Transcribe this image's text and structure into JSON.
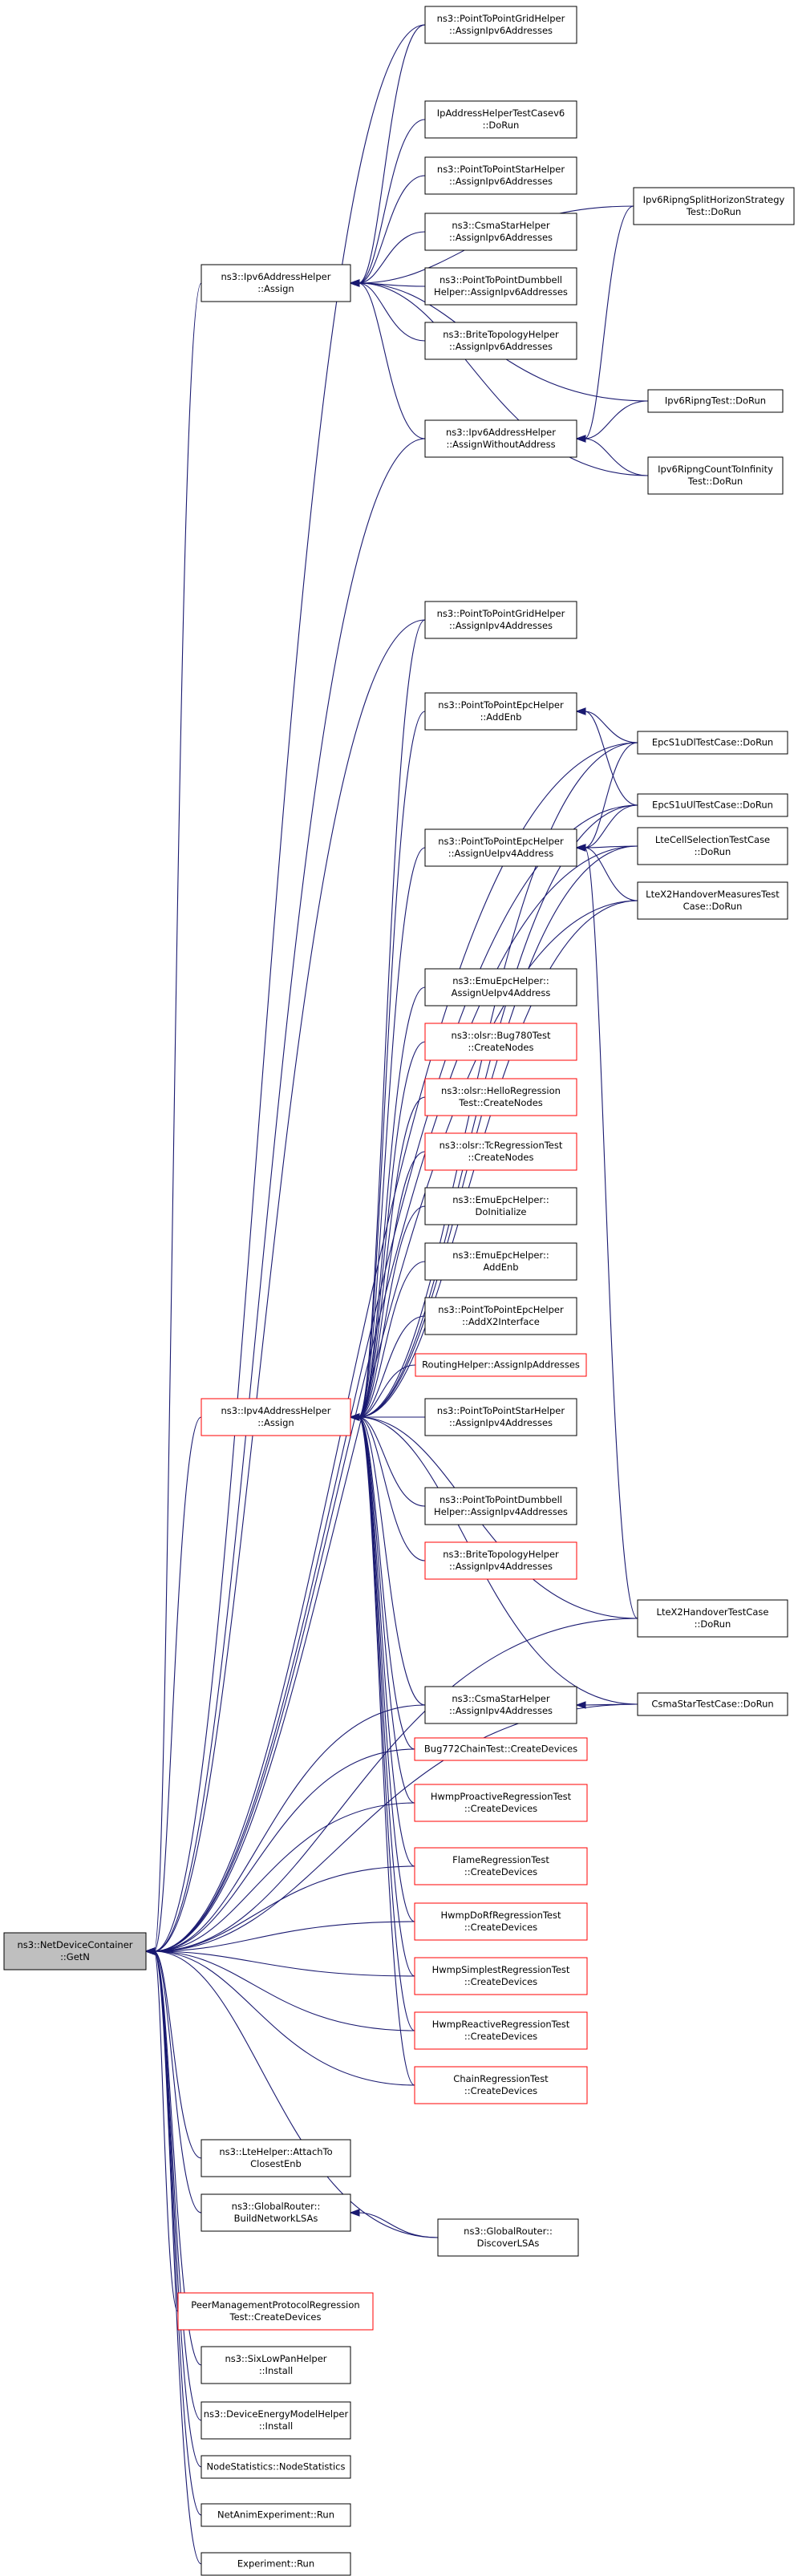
{
  "colors": {
    "edge": "#191970",
    "node_border_normal": "#000000",
    "node_border_truncated": "#ff0000",
    "node_fill_normal": "#ffffff",
    "node_fill_focus": "#bfbfbf"
  },
  "nodes": [
    {
      "id": "getn",
      "lines": [
        "ns3::NetDeviceContainer",
        "::GetN"
      ],
      "style": "focus"
    },
    {
      "id": "ipv6assign",
      "lines": [
        "ns3::Ipv6AddressHelper",
        "::Assign"
      ],
      "style": "normal"
    },
    {
      "id": "ipv4assign",
      "lines": [
        "ns3::Ipv4AddressHelper",
        "::Assign"
      ],
      "style": "truncated"
    },
    {
      "id": "p2pgrid6",
      "lines": [
        "ns3::PointToPointGridHelper",
        "::AssignIpv6Addresses"
      ],
      "style": "normal"
    },
    {
      "id": "iptest6",
      "lines": [
        "IpAddressHelperTestCasev6",
        "::DoRun"
      ],
      "style": "normal"
    },
    {
      "id": "p2pstar6",
      "lines": [
        "ns3::PointToPointStarHelper",
        "::AssignIpv6Addresses"
      ],
      "style": "normal"
    },
    {
      "id": "csmastar6",
      "lines": [
        "ns3::CsmaStarHelper",
        "::AssignIpv6Addresses"
      ],
      "style": "normal"
    },
    {
      "id": "dumbbell6",
      "lines": [
        "ns3::PointToPointDumbbell",
        "Helper::AssignIpv6Addresses"
      ],
      "style": "normal"
    },
    {
      "id": "brite6",
      "lines": [
        "ns3::BriteTopologyHelper",
        "::AssignIpv6Addresses"
      ],
      "style": "normal"
    },
    {
      "id": "ipv6noaddr",
      "lines": [
        "ns3::Ipv6AddressHelper",
        "::AssignWithoutAddress"
      ],
      "style": "normal"
    },
    {
      "id": "ripngsplit",
      "lines": [
        "Ipv6RipngSplitHorizonStrategy",
        "Test::DoRun"
      ],
      "style": "normal"
    },
    {
      "id": "ripngtest",
      "lines": [
        "Ipv6RipngTest::DoRun"
      ],
      "style": "normal"
    },
    {
      "id": "ripngcount",
      "lines": [
        "Ipv6RipngCountToInfinity",
        "Test::DoRun"
      ],
      "style": "normal"
    },
    {
      "id": "p2pgrid4",
      "lines": [
        "ns3::PointToPointGridHelper",
        "::AssignIpv4Addresses"
      ],
      "style": "normal"
    },
    {
      "id": "epcaddenb",
      "lines": [
        "ns3::PointToPointEpcHelper",
        "::AddEnb"
      ],
      "style": "normal"
    },
    {
      "id": "epcue4",
      "lines": [
        "ns3::PointToPointEpcHelper",
        "::AssignUeIpv4Address"
      ],
      "style": "normal"
    },
    {
      "id": "epcs1udl",
      "lines": [
        "EpcS1uDlTestCase::DoRun"
      ],
      "style": "normal"
    },
    {
      "id": "epcs1uul",
      "lines": [
        "EpcS1uUlTestCase::DoRun"
      ],
      "style": "normal"
    },
    {
      "id": "ltecellsel",
      "lines": [
        "LteCellSelectionTestCase",
        "::DoRun"
      ],
      "style": "normal"
    },
    {
      "id": "ltex2meas",
      "lines": [
        "LteX2HandoverMeasuresTest",
        "Case::DoRun"
      ],
      "style": "normal"
    },
    {
      "id": "emuue4",
      "lines": [
        "ns3::EmuEpcHelper::",
        "AssignUeIpv4Address"
      ],
      "style": "normal"
    },
    {
      "id": "olsrbug",
      "lines": [
        "ns3::olsr::Bug780Test",
        "::CreateNodes"
      ],
      "style": "truncated"
    },
    {
      "id": "olsrhello",
      "lines": [
        "ns3::olsr::HelloRegression",
        "Test::CreateNodes"
      ],
      "style": "truncated"
    },
    {
      "id": "olsrtc",
      "lines": [
        "ns3::olsr::TcRegressionTest",
        "::CreateNodes"
      ],
      "style": "truncated"
    },
    {
      "id": "emuinit",
      "lines": [
        "ns3::EmuEpcHelper::",
        "DoInitialize"
      ],
      "style": "normal"
    },
    {
      "id": "emuaddenb",
      "lines": [
        "ns3::EmuEpcHelper::",
        "AddEnb"
      ],
      "style": "normal"
    },
    {
      "id": "epcx2",
      "lines": [
        "ns3::PointToPointEpcHelper",
        "::AddX2Interface"
      ],
      "style": "normal"
    },
    {
      "id": "routingassign",
      "lines": [
        "RoutingHelper::AssignIpAddresses"
      ],
      "style": "truncated"
    },
    {
      "id": "p2pstar4",
      "lines": [
        "ns3::PointToPointStarHelper",
        "::AssignIpv4Addresses"
      ],
      "style": "normal"
    },
    {
      "id": "dumbbell4",
      "lines": [
        "ns3::PointToPointDumbbell",
        "Helper::AssignIpv4Addresses"
      ],
      "style": "normal"
    },
    {
      "id": "brite4",
      "lines": [
        "ns3::BriteTopologyHelper",
        "::AssignIpv4Addresses"
      ],
      "style": "truncated"
    },
    {
      "id": "ltex2ho",
      "lines": [
        "LteX2HandoverTestCase",
        "::DoRun"
      ],
      "style": "normal"
    },
    {
      "id": "csmastar4",
      "lines": [
        "ns3::CsmaStarHelper",
        "::AssignIpv4Addresses"
      ],
      "style": "normal"
    },
    {
      "id": "csmastartest",
      "lines": [
        "CsmaStarTestCase::DoRun"
      ],
      "style": "normal"
    },
    {
      "id": "bug772",
      "lines": [
        "Bug772ChainTest::CreateDevices"
      ],
      "style": "truncated"
    },
    {
      "id": "hwmpproactive",
      "lines": [
        "HwmpProactiveRegressionTest",
        "::CreateDevices"
      ],
      "style": "truncated"
    },
    {
      "id": "flame",
      "lines": [
        "FlameRegressionTest",
        "::CreateDevices"
      ],
      "style": "truncated"
    },
    {
      "id": "hwmpdorf",
      "lines": [
        "HwmpDoRfRegressionTest",
        "::CreateDevices"
      ],
      "style": "truncated"
    },
    {
      "id": "hwmpsimplest",
      "lines": [
        "HwmpSimplestRegressionTest",
        "::CreateDevices"
      ],
      "style": "truncated"
    },
    {
      "id": "hwmpreactive",
      "lines": [
        "HwmpReactiveRegressionTest",
        "::CreateDevices"
      ],
      "style": "truncated"
    },
    {
      "id": "chainreg",
      "lines": [
        "ChainRegressionTest",
        "::CreateDevices"
      ],
      "style": "truncated"
    },
    {
      "id": "lteattach",
      "lines": [
        "ns3::LteHelper::AttachTo",
        "ClosestEnb"
      ],
      "style": "normal"
    },
    {
      "id": "globalbuild",
      "lines": [
        "ns3::GlobalRouter::",
        "BuildNetworkLSAs"
      ],
      "style": "normal"
    },
    {
      "id": "globaldiscover",
      "lines": [
        "ns3::GlobalRouter::",
        "DiscoverLSAs"
      ],
      "style": "normal"
    },
    {
      "id": "peermgmt",
      "lines": [
        "PeerManagementProtocolRegression",
        "Test::CreateDevices"
      ],
      "style": "truncated"
    },
    {
      "id": "sixlowpan",
      "lines": [
        "ns3::SixLowPanHelper",
        "::Install"
      ],
      "style": "normal"
    },
    {
      "id": "energy",
      "lines": [
        "ns3::DeviceEnergyModelHelper",
        "::Install"
      ],
      "style": "normal"
    },
    {
      "id": "nodestats",
      "lines": [
        "NodeStatistics::NodeStatistics"
      ],
      "style": "normal"
    },
    {
      "id": "netanim",
      "lines": [
        "NetAnimExperiment::Run"
      ],
      "style": "normal"
    },
    {
      "id": "experiment",
      "lines": [
        "Experiment::Run"
      ],
      "style": "normal"
    }
  ],
  "edges": [
    [
      "getn",
      "ipv6assign"
    ],
    [
      "getn",
      "ipv4assign"
    ],
    [
      "getn",
      "p2pgrid6"
    ],
    [
      "getn",
      "ipv6noaddr"
    ],
    [
      "getn",
      "p2pgrid4"
    ],
    [
      "getn",
      "epcs1udl"
    ],
    [
      "getn",
      "epcs1uul"
    ],
    [
      "getn",
      "ltecellsel"
    ],
    [
      "getn",
      "ltex2meas"
    ],
    [
      "getn",
      "ltex2ho"
    ],
    [
      "getn",
      "csmastar4"
    ],
    [
      "getn",
      "csmastartest"
    ],
    [
      "getn",
      "bug772"
    ],
    [
      "getn",
      "hwmpproactive"
    ],
    [
      "getn",
      "flame"
    ],
    [
      "getn",
      "hwmpdorf"
    ],
    [
      "getn",
      "hwmpsimplest"
    ],
    [
      "getn",
      "hwmpreactive"
    ],
    [
      "getn",
      "chainreg"
    ],
    [
      "getn",
      "lteattach"
    ],
    [
      "getn",
      "globalbuild"
    ],
    [
      "getn",
      "globaldiscover"
    ],
    [
      "getn",
      "peermgmt"
    ],
    [
      "getn",
      "sixlowpan"
    ],
    [
      "getn",
      "energy"
    ],
    [
      "getn",
      "nodestats"
    ],
    [
      "getn",
      "netanim"
    ],
    [
      "getn",
      "experiment"
    ],
    [
      "ipv6assign",
      "p2pgrid6"
    ],
    [
      "ipv6assign",
      "iptest6"
    ],
    [
      "ipv6assign",
      "p2pstar6"
    ],
    [
      "ipv6assign",
      "csmastar6"
    ],
    [
      "ipv6assign",
      "dumbbell6"
    ],
    [
      "ipv6assign",
      "brite6"
    ],
    [
      "ipv6assign",
      "ipv6noaddr"
    ],
    [
      "ipv6assign",
      "ripngsplit"
    ],
    [
      "ipv6assign",
      "ripngtest"
    ],
    [
      "ipv6assign",
      "ripngcount"
    ],
    [
      "ipv6noaddr",
      "ripngsplit"
    ],
    [
      "ipv6noaddr",
      "ripngtest"
    ],
    [
      "ipv6noaddr",
      "ripngcount"
    ],
    [
      "ipv4assign",
      "p2pgrid4"
    ],
    [
      "ipv4assign",
      "epcaddenb"
    ],
    [
      "ipv4assign",
      "epcue4"
    ],
    [
      "ipv4assign",
      "epcs1udl"
    ],
    [
      "ipv4assign",
      "epcs1uul"
    ],
    [
      "ipv4assign",
      "ltecellsel"
    ],
    [
      "ipv4assign",
      "ltex2meas"
    ],
    [
      "ipv4assign",
      "emuue4"
    ],
    [
      "ipv4assign",
      "olsrbug"
    ],
    [
      "ipv4assign",
      "olsrhello"
    ],
    [
      "ipv4assign",
      "olsrtc"
    ],
    [
      "ipv4assign",
      "emuinit"
    ],
    [
      "ipv4assign",
      "emuaddenb"
    ],
    [
      "ipv4assign",
      "epcx2"
    ],
    [
      "ipv4assign",
      "routingassign"
    ],
    [
      "ipv4assign",
      "p2pstar4"
    ],
    [
      "ipv4assign",
      "dumbbell4"
    ],
    [
      "ipv4assign",
      "brite4"
    ],
    [
      "ipv4assign",
      "ltex2ho"
    ],
    [
      "ipv4assign",
      "csmastar4"
    ],
    [
      "ipv4assign",
      "csmastartest"
    ],
    [
      "ipv4assign",
      "bug772"
    ],
    [
      "ipv4assign",
      "hwmpproactive"
    ],
    [
      "ipv4assign",
      "flame"
    ],
    [
      "ipv4assign",
      "hwmpdorf"
    ],
    [
      "ipv4assign",
      "hwmpsimplest"
    ],
    [
      "ipv4assign",
      "hwmpreactive"
    ],
    [
      "ipv4assign",
      "chainreg"
    ],
    [
      "epcaddenb",
      "epcs1udl"
    ],
    [
      "epcaddenb",
      "epcs1uul"
    ],
    [
      "epcue4",
      "epcs1udl"
    ],
    [
      "epcue4",
      "epcs1uul"
    ],
    [
      "epcue4",
      "ltecellsel"
    ],
    [
      "epcue4",
      "ltex2meas"
    ],
    [
      "epcue4",
      "ltex2ho"
    ],
    [
      "csmastar4",
      "csmastartest"
    ],
    [
      "globalbuild",
      "globaldiscover"
    ]
  ]
}
